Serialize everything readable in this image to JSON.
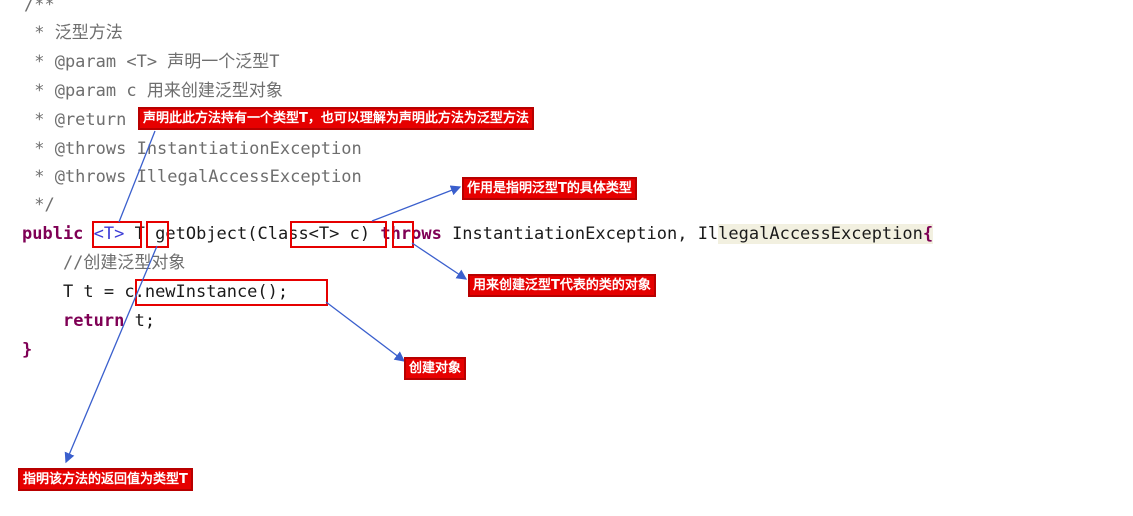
{
  "code": {
    "line1": "/**",
    "line2": " * 泛型方法",
    "line3": " * @param <T> 声明一个泛型T",
    "line4": " * @param c 用来创建泛型对象",
    "line5_prefix": " * @return",
    "line6": " * @throws InstantiationException",
    "line7": " * @throws IllegalAccessException",
    "line8": " */",
    "sig_public": "public",
    "sig_typeparam": "<T>",
    "sig_return": "T",
    "sig_method": "getObject(",
    "sig_class": "Class<T>",
    "sig_c": "c",
    "sig_close": ")",
    "sig_throws": "throws",
    "sig_exc1": "InstantiationException, Il",
    "sig_exc2": "legalAccessException",
    "sig_brace": "{",
    "line10": "    //创建泛型对象",
    "line11_prefix": "    T t = ",
    "line11_call": "c.newInstance();",
    "line12_kw": "return",
    "line12_rest": " t;",
    "line13": "}"
  },
  "callouts": {
    "typeparam_note": "声明此此方法持有一个类型T，也可以理解为声明此方法为泛型方法",
    "class_note": "作用是指明泛型T的具体类型",
    "c_note": "用来创建泛型T代表的类的对象",
    "create_note": "创建对象",
    "return_note": "指明该方法的返回值为类型T"
  },
  "colors": {
    "keyword": "#7f0055",
    "comment": "#6e6e6e",
    "callout_bg": "#e60000",
    "arrow": "#3a5fcd"
  }
}
